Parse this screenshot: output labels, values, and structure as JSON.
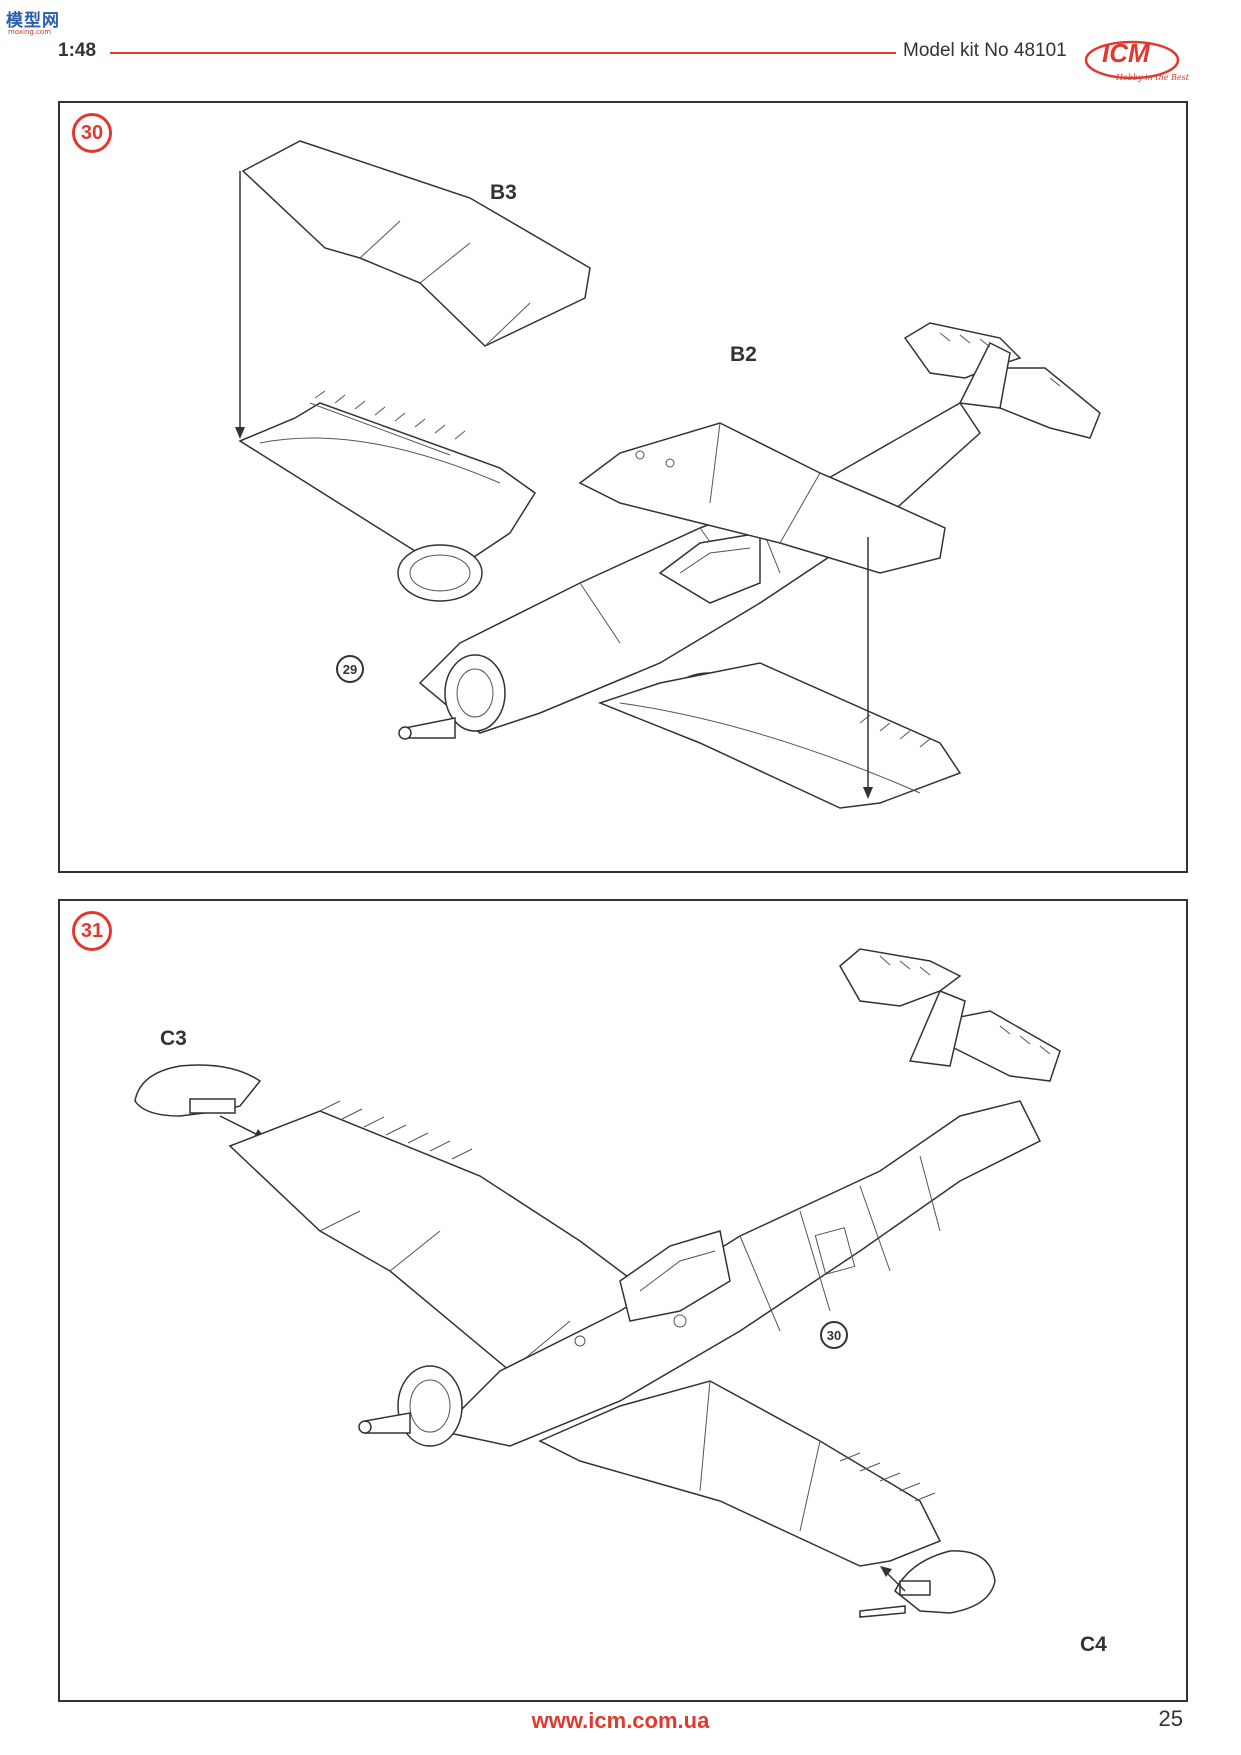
{
  "header": {
    "scale": "1:48",
    "kit_number": "Model kit No 48101",
    "brand": "ICM",
    "brand_tagline": "Hobby in the Best"
  },
  "watermark": {
    "cn_text": "模型网",
    "domain_text": "moxing.com"
  },
  "steps": [
    {
      "number": "30",
      "parts": [
        "B3",
        "B2"
      ],
      "references": [
        "29"
      ]
    },
    {
      "number": "31",
      "parts": [
        "C3",
        "C4"
      ],
      "references": [
        "30"
      ]
    }
  ],
  "footer": {
    "url": "www.icm.com.ua",
    "page_number": "25"
  },
  "colors": {
    "accent_red": "#e03a2f",
    "line_dark": "#333333"
  }
}
